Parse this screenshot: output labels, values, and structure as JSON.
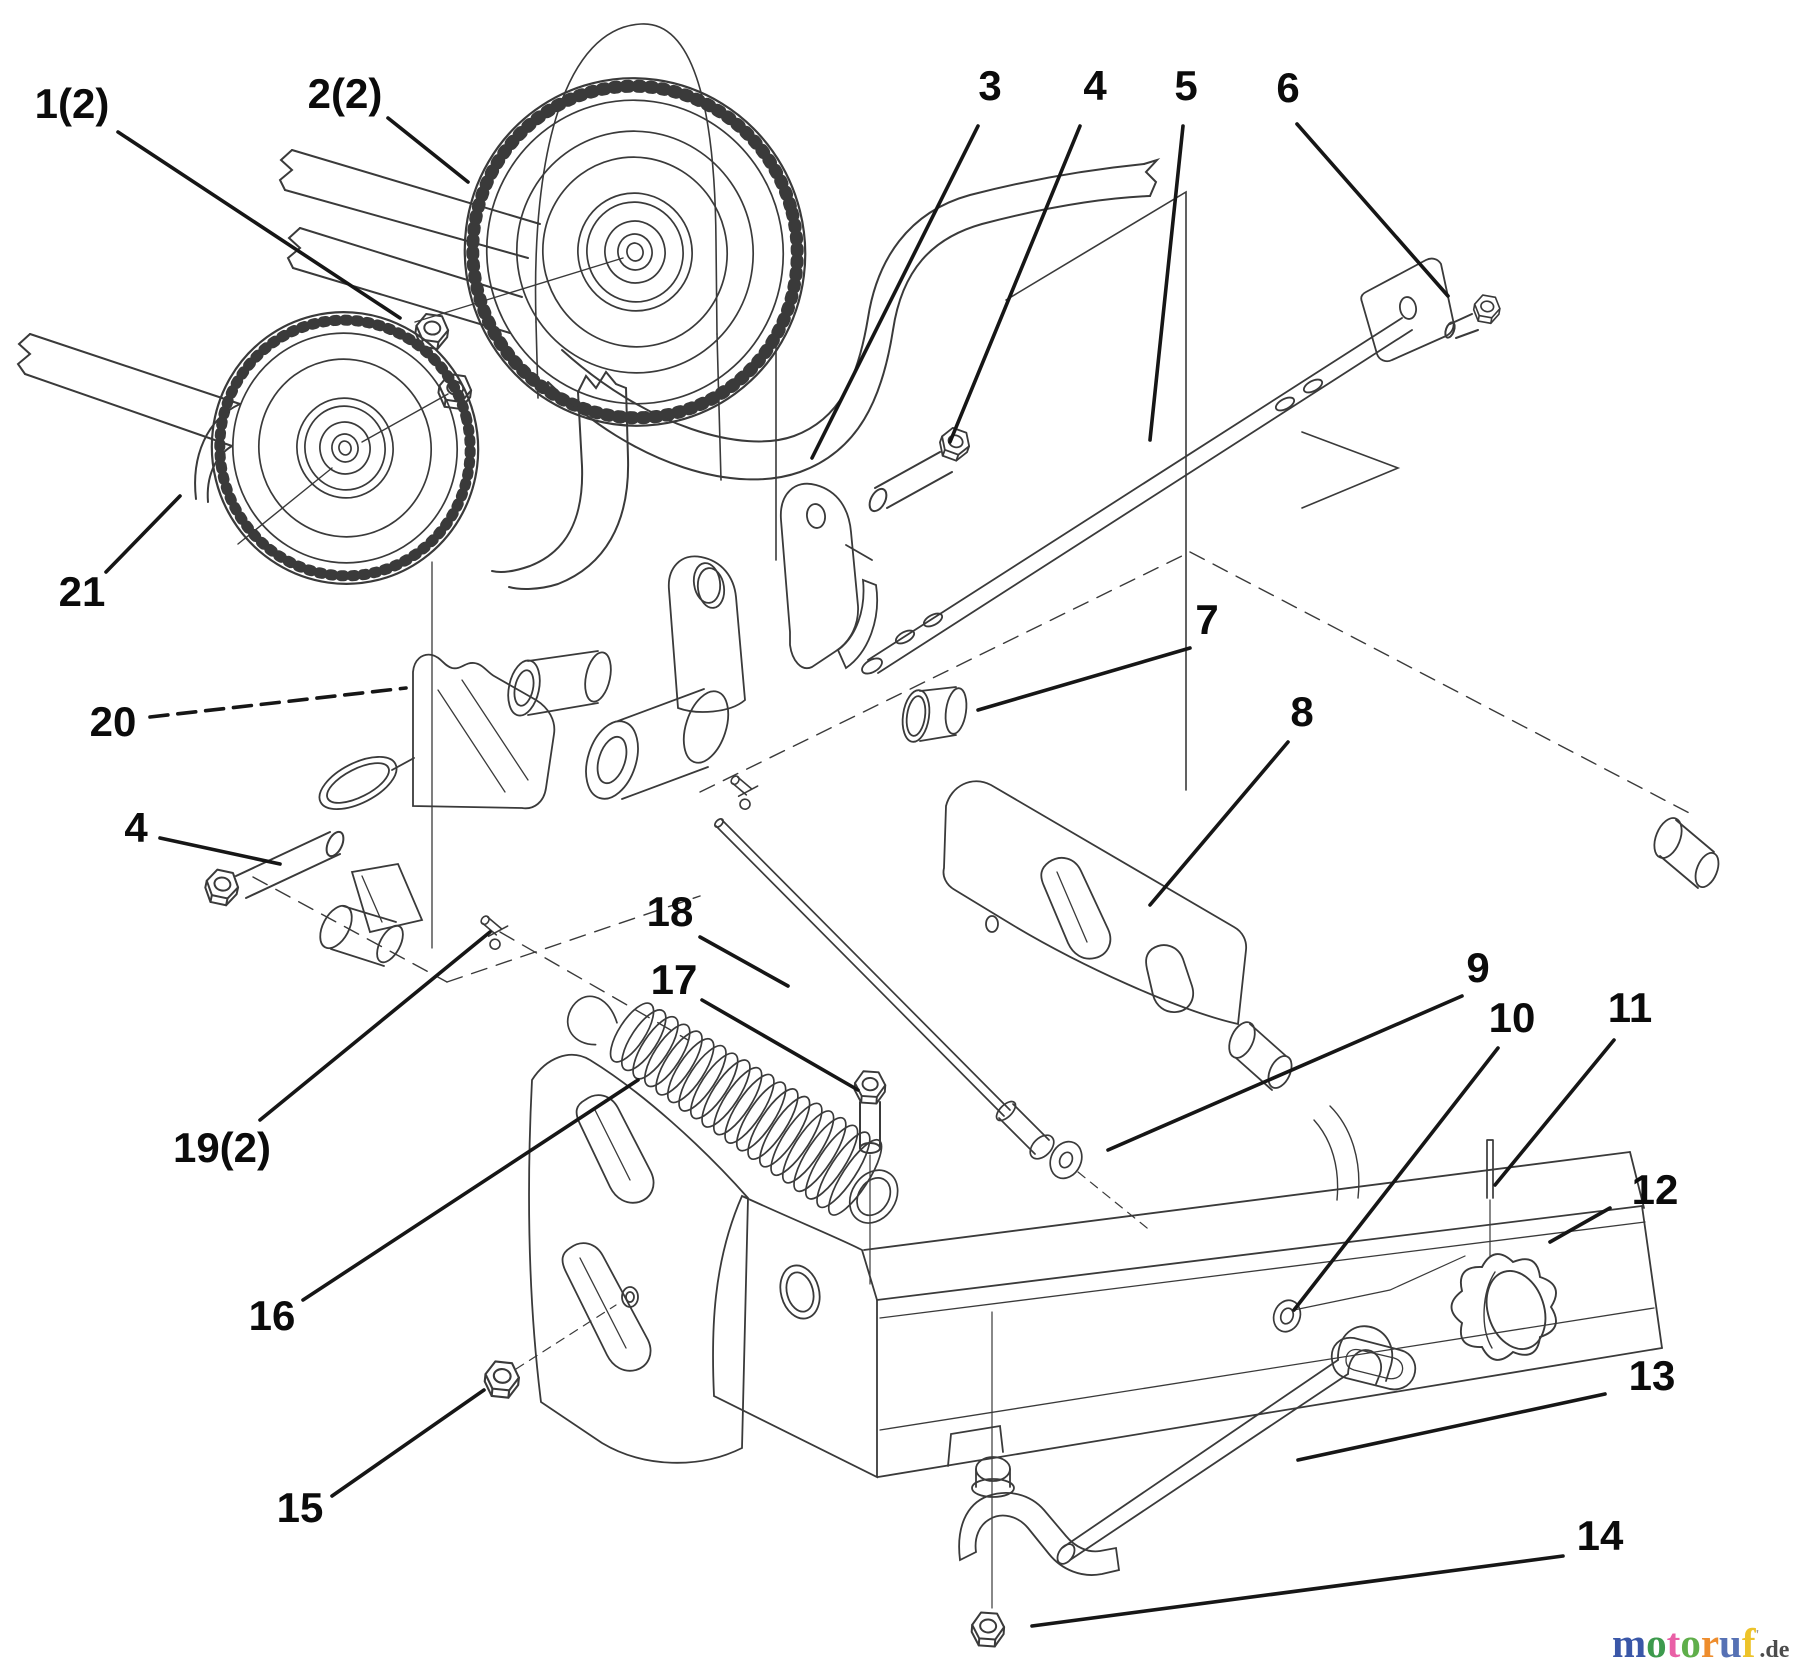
{
  "callouts": [
    {
      "text": "1(2)"
    },
    {
      "text": "2(2)"
    },
    {
      "text": "3"
    },
    {
      "text": "4"
    },
    {
      "text": "5"
    },
    {
      "text": "6"
    },
    {
      "text": "7"
    },
    {
      "text": "8"
    },
    {
      "text": "9"
    },
    {
      "text": "10"
    },
    {
      "text": "11"
    },
    {
      "text": "12"
    },
    {
      "text": "13"
    },
    {
      "text": "14"
    },
    {
      "text": "15"
    },
    {
      "text": "16"
    },
    {
      "text": "17"
    },
    {
      "text": "18"
    },
    {
      "text": "19(2)"
    },
    {
      "text": "20"
    },
    {
      "text": "21"
    },
    {
      "text": "4"
    }
  ],
  "watermark": {
    "letters": [
      {
        "ch": "m",
        "color": "#3a57a8"
      },
      {
        "ch": "o",
        "color": "#3d9a4d"
      },
      {
        "ch": "t",
        "color": "#e960a6"
      },
      {
        "ch": "o",
        "color": "#5fae4a"
      },
      {
        "ch": "r",
        "color": "#ee8d2d"
      },
      {
        "ch": "u",
        "color": "#5671b4"
      },
      {
        "ch": "f",
        "color": "#edc32a"
      }
    ],
    "mark": "'",
    "suffix": ".de",
    "suffix_color": "#4c4c4c"
  }
}
